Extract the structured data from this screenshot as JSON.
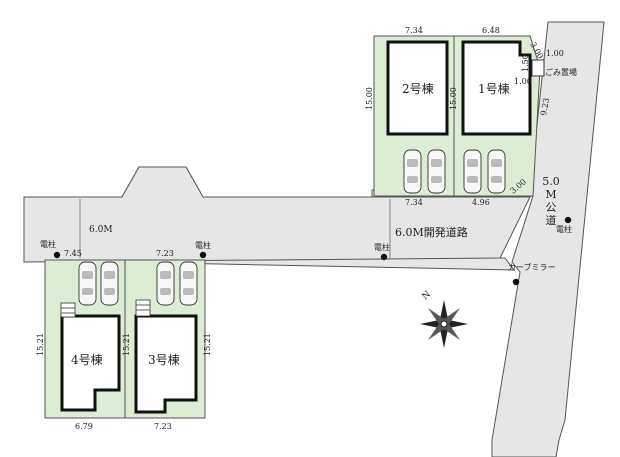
{
  "road": {
    "main_width": "6.0M",
    "dev_road": "6.0M開発道路",
    "public_road_chars": [
      "5.0",
      "M",
      "公",
      "道"
    ]
  },
  "labels": {
    "pole_left": "電柱",
    "pole_mid": "電柱",
    "pole_center": "電柱",
    "pole_right": "電柱",
    "curve_mirror": "カーブミラー",
    "garbage": "ごみ置場",
    "compass_n": "N"
  },
  "houses": {
    "h1": "1号棟",
    "h2": "2号棟",
    "h3": "3号棟",
    "h4": "4号棟"
  },
  "dims": {
    "h2_top": "7.34",
    "h1_top": "6.48",
    "h2_left": "15.00",
    "h1_left": "15.00",
    "h2_bottom": "7.34",
    "h1_bottom": "4.96",
    "h1_right": "9.23",
    "corner_300_top": "3.00",
    "corner_300_bottom": "3.00",
    "g_100a": "1.00",
    "g_150": "1.50",
    "g_100b": "1.00",
    "h4_top": "7.45",
    "h3_top": "7.23",
    "h4_left": "15.21",
    "h4_right": "15.21",
    "h3_right": "15.21",
    "h4_bottom": "6.79",
    "h3_bottom": "7.23"
  },
  "colors": {
    "lot_fill": "#dcecd5",
    "road_fill": "#e6e6e6",
    "outline": "#222222"
  }
}
